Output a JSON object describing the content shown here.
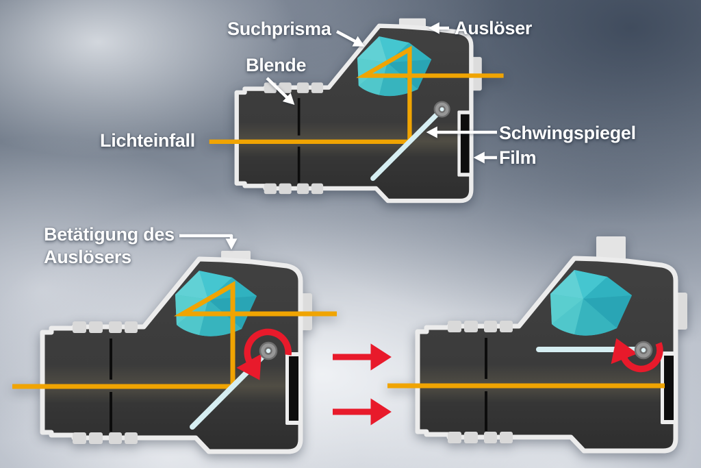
{
  "diagram": {
    "labels": {
      "suchprisma": "Suchprisma",
      "ausloeser": "Auslöser",
      "blende": "Blende",
      "lichteinfall": "Lichteinfall",
      "schwingspiegel": "Schwingspiegel",
      "film": "Film",
      "betaetigung_line1": "Betätigung des",
      "betaetigung_line2": "Auslösers"
    },
    "colors": {
      "light_ray": "#F0A402",
      "arrow_red": "#E81A2B",
      "prism_teal": "#3FBCC6",
      "camera_body": "#3A3A3A",
      "camera_outline": "#ECECEC",
      "mirror_blue": "#D6EEF2",
      "label_text": "#FFFFFF"
    },
    "icons": {
      "label_pointers": "white-arrow-icon",
      "transition": "red-arrow-icon",
      "mirror_rotation": "red-curved-arrow-icon"
    }
  }
}
